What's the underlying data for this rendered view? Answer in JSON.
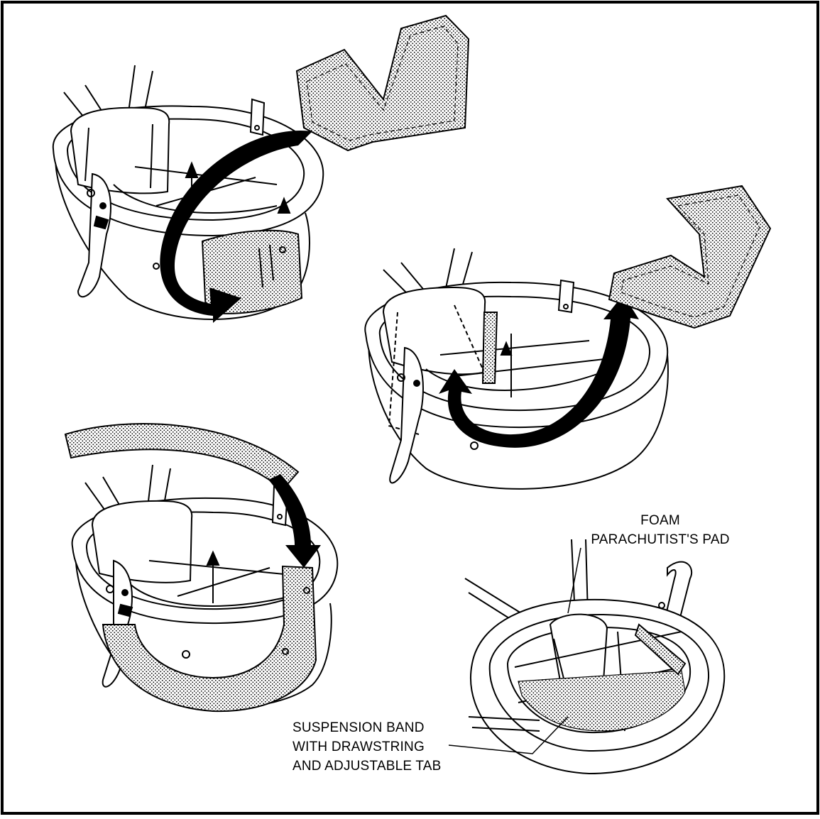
{
  "figure": {
    "labels": {
      "foam_pad": {
        "line1": "FOAM",
        "line2": "PARACHUTIST'S PAD"
      },
      "suspension_band": {
        "line1": "SUSPENSION BAND",
        "line2": "WITH DRAWSTRING",
        "line3": "AND ADJUSTABLE TAB"
      }
    },
    "colors": {
      "line": "#000000",
      "background": "#ffffff",
      "pad_fill": "#d8d8d8"
    }
  }
}
